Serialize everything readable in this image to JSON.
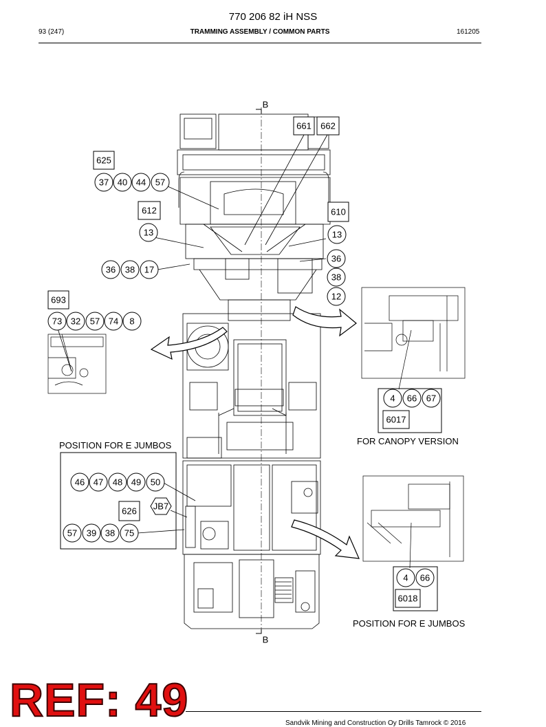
{
  "header": {
    "doc_title": "770 206 82 iH NSS",
    "page": "93 (247)",
    "section": "TRAMMING ASSEMBLY / COMMON PARTS",
    "code": "161205"
  },
  "footer": {
    "copyright": "Sandvik Mining and Construction Oy Drills Tamrock © 2016"
  },
  "watermark": {
    "text": "REF: 49",
    "color": "#e01010"
  },
  "view_marks": {
    "top": "B",
    "bottom": "B"
  },
  "boxes": {
    "b661": "661",
    "b662": "662",
    "b625": "625",
    "b612": "612",
    "b610": "610",
    "b693": "693",
    "b6017": "6017",
    "b626": "626",
    "b6018": "6018"
  },
  "hex_label": "JB7",
  "circles": {
    "c37": "37",
    "c40": "40",
    "c44": "44",
    "c57a": "57",
    "c13l": "13",
    "c13r": "13",
    "c36l": "36",
    "c38l": "38",
    "c17": "17",
    "c36r": "36",
    "c38r": "38",
    "c12": "12",
    "c73": "73",
    "c32": "32",
    "c57b": "57",
    "c74": "74",
    "c8": "8",
    "c4a": "4",
    "c66a": "66",
    "c67": "67",
    "c46": "46",
    "c47": "47",
    "c48": "48",
    "c49": "49",
    "c50": "50",
    "c57c": "57",
    "c39": "39",
    "c38c": "38",
    "c75": "75",
    "c4b": "4",
    "c66b": "66"
  },
  "captions": {
    "e_jumbos_left": "POSITION FOR E JUMBOS",
    "canopy": "FOR CANOPY VERSION",
    "e_jumbos_right": "POSITION FOR E JUMBOS"
  }
}
